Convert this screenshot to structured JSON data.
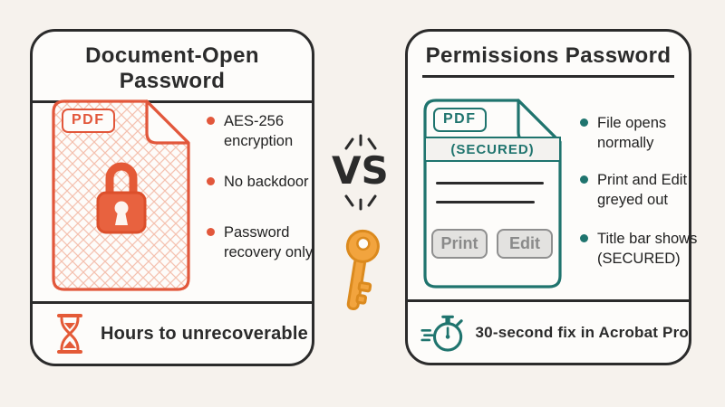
{
  "page": {
    "background": "#F6F2ED",
    "ink": "#2B2B2B"
  },
  "center": {
    "vs_label": "VS",
    "key_color": "#F2A43E"
  },
  "left_panel": {
    "title": "Document-Open Password",
    "accent": "#E2573B",
    "pdf_icon": {
      "label": "PDF",
      "lock_icon": "padlock-icon"
    },
    "bullets": [
      "AES-256 encryption",
      "No backdoor",
      "Password recovery only"
    ],
    "footer": {
      "icon": "hourglass-icon",
      "text": "Hours to unrecoverable"
    }
  },
  "right_panel": {
    "title": "Permissions Password",
    "accent": "#1F746E",
    "pdf_icon": {
      "label": "PDF",
      "titlebar_label": "(SECURED)",
      "buttons": [
        "Print",
        "Edit"
      ],
      "button_text_color": "#8A8A8A"
    },
    "bullets": [
      "File opens normally",
      "Print and Edit greyed out",
      "Title bar shows (SECURED)"
    ],
    "footer": {
      "icon": "stopwatch-icon",
      "text": "30-second fix in Acrobat Pro"
    }
  }
}
